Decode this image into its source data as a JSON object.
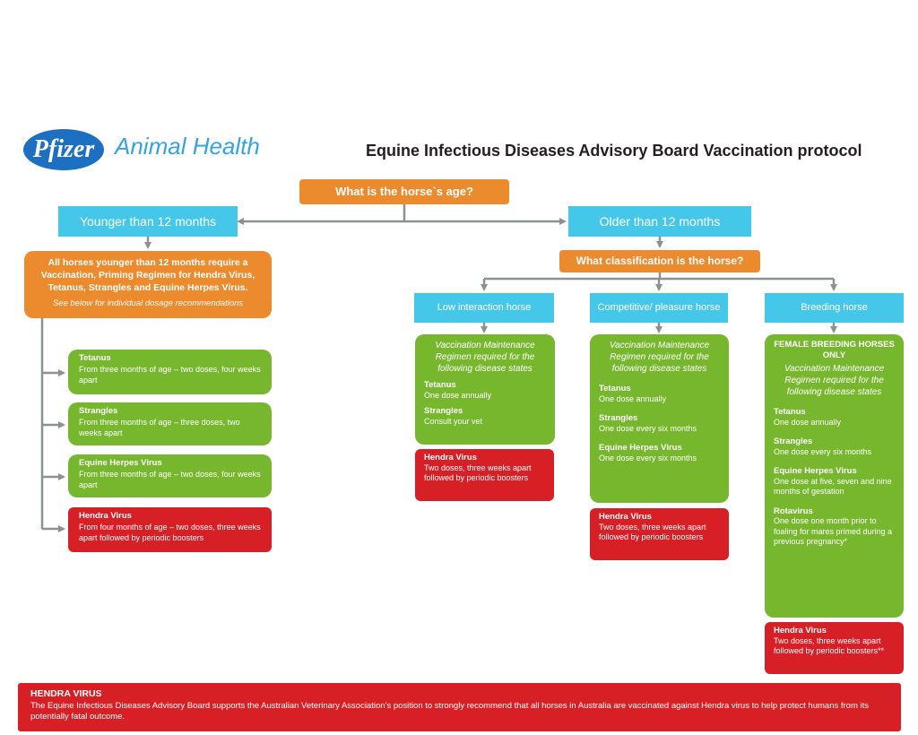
{
  "header": {
    "logo_brand": "Pfizer",
    "logo_division": "Animal Health",
    "title": "Equine Infectious Diseases Advisory Board Vaccination protocol"
  },
  "q_age": "What is the horse`s age?",
  "young": {
    "label": "Younger than 12 months",
    "summary": "All horses younger than 12 months require a Vaccination, Priming Regimen for Hendra Virus, Tetanus, Strangles and Equine Herpes Virus.",
    "note": "See below for individual dosage recommendations",
    "cards": [
      {
        "title": "Tetanus",
        "text": "From three months of age – two doses, four weeks apart"
      },
      {
        "title": "Strangles",
        "text": "From three months of age – three doses, two weeks apart"
      },
      {
        "title": "Equine Herpes Virus",
        "text": "From three months of age – two doses, four weeks apart"
      },
      {
        "title": "Hendra Virus",
        "text": "From four months of age – two doses, three weeks apart followed by periodic boosters"
      }
    ]
  },
  "old": {
    "label": "Older than 12 months",
    "q_class": "What classification is the horse?",
    "classes": [
      {
        "label": "Low interaction horse",
        "intro": "Vaccination Maintenance Regimen required for the following disease states",
        "items": [
          {
            "title": "Tetanus",
            "text": "One dose annually"
          },
          {
            "title": "Strangles",
            "text": "Consult your vet"
          }
        ],
        "hendra": {
          "title": "Hendra Virus",
          "text": "Two doses, three weeks apart followed by periodic boosters"
        }
      },
      {
        "label": "Competitive/ pleasure horse",
        "intro": "Vaccination Maintenance Regimen required for the following disease states",
        "items": [
          {
            "title": "Tetanus",
            "text": "One dose annually"
          },
          {
            "title": "Strangles",
            "text": "One dose every six months"
          },
          {
            "title": "Equine Herpes Virus",
            "text": "One dose every six months"
          }
        ],
        "hendra": {
          "title": "Hendra Virus",
          "text": "Two doses, three weeks apart followed by periodic boosters"
        }
      },
      {
        "label": "Breeding horse",
        "female": "FEMALE BREEDING HORSES ONLY",
        "intro": "Vaccination Maintenance Regimen required for the following disease states",
        "items": [
          {
            "title": "Tetanus",
            "text": "One dose annually"
          },
          {
            "title": "Strangles",
            "text": "One dose every six months"
          },
          {
            "title": "Equine Herpes Virus",
            "text": "One dose at five, seven and nine months of gestation"
          },
          {
            "title": "Rotavirus",
            "text": "One dose one month prior to foaling for mares primed during a previous pregnancy*"
          }
        ],
        "hendra": {
          "title": "Hendra Virus",
          "text": "Two doses, three weeks apart followed by periodic boosters**"
        }
      }
    ]
  },
  "footer": {
    "title": "HENDRA VIRUS",
    "text": "The Equine Infectious Diseases Advisory Board supports the  Australian Veterinary Association’s position to strongly recommend that all horses in Australia are vaccinated against Hendra virus to help protect humans from its potentially fatal outcome."
  },
  "colors": {
    "orange": "#ec8b2e",
    "cyan": "#45c7ea",
    "green": "#77b72e",
    "red": "#d71f26",
    "connector": "#8c9294",
    "logo_blue": "#1d6fc2",
    "logo_text": "#35a3dc"
  }
}
